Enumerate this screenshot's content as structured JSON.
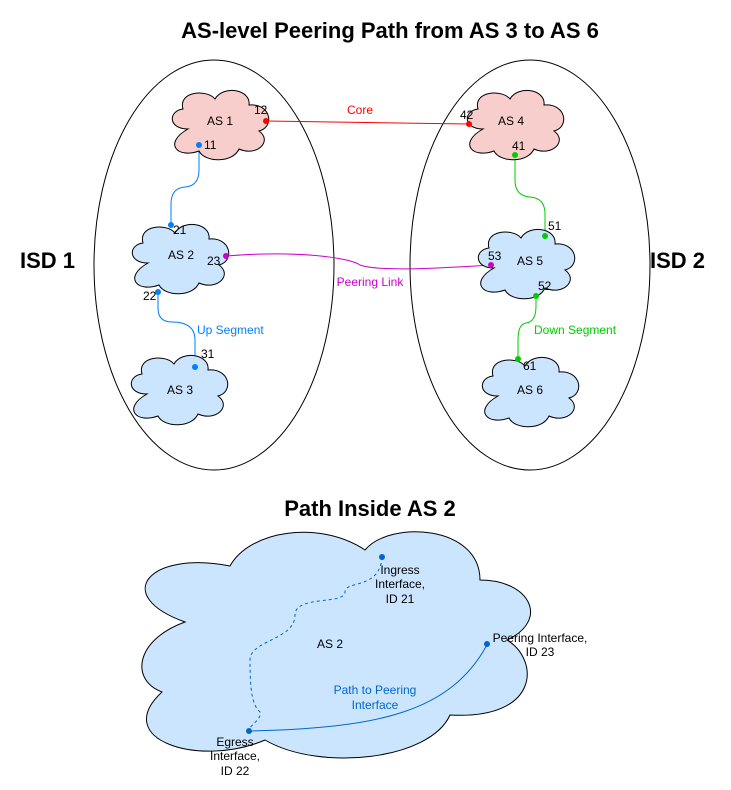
{
  "titles": {
    "top": "AS-level Peering Path from AS 3 to AS 6",
    "bottom": "Path Inside AS 2"
  },
  "isds": {
    "isd1": "ISD 1",
    "isd2": "ISD 2"
  },
  "ases": {
    "as1": "AS 1",
    "as2": "AS 2",
    "as3": "AS 3",
    "as4": "AS 4",
    "as5": "AS 5",
    "as6": "AS 6",
    "as2_large": "AS 2"
  },
  "interfaces": {
    "if11": "11",
    "if12": "12",
    "if21": "21",
    "if22": "22",
    "if23": "23",
    "if31": "31",
    "if41": "41",
    "if42": "42",
    "if51": "51",
    "if52": "52",
    "if53": "53",
    "if61": "61"
  },
  "edges": {
    "core": "Core",
    "peering": "Peering Link",
    "up": "Up Segment",
    "down": "Down Segment"
  },
  "detail": {
    "ingress_line1": "Ingress",
    "ingress_line2": "Interface,",
    "ingress_line3": "ID 21",
    "peering_line1": "Peering Interface,",
    "peering_line2": "ID 23",
    "egress_line1": "Egress",
    "egress_line2": "Interface,",
    "egress_line3": "ID 22",
    "path_line1": "Path to Peering",
    "path_line2": "Interface"
  },
  "colors": {
    "core": "#ff0000",
    "peering": "#cc00cc",
    "up": "#007fff",
    "down": "#00cc00",
    "core_cloud_fill": "#f8cecc",
    "cloud_fill": "#cce5ff",
    "path_blue": "#0066cc"
  }
}
